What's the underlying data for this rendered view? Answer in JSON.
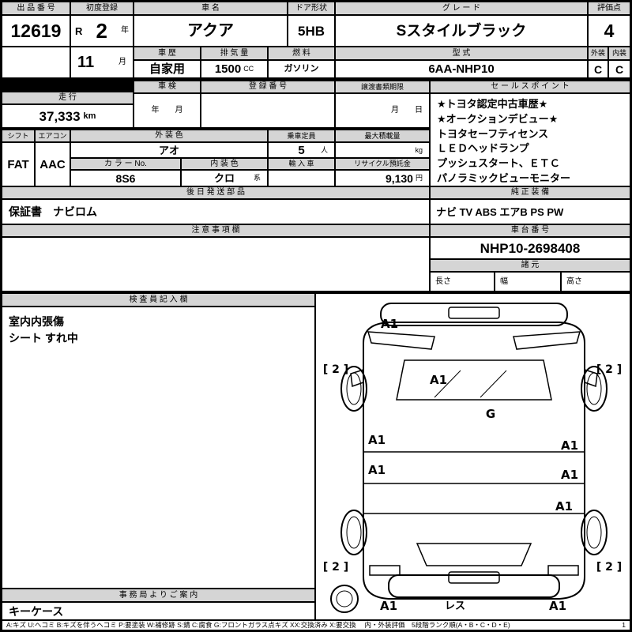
{
  "colors": {
    "header_bg": "#d5d5d5",
    "paper": "#ffffff",
    "ink": "#000000"
  },
  "top": {
    "auction_no_label": "出 品 番 号",
    "auction_no": "12619",
    "first_reg_label": "初度登録",
    "first_reg_era": "R",
    "first_reg_year": "2",
    "first_reg_year_unit": "年",
    "first_reg_month": "11",
    "first_reg_month_unit": "月",
    "car_name_label": "車 名",
    "car_name": "アクア",
    "door_label": "ドア形状",
    "door": "5HB",
    "grade_label": "グ レ ー ド",
    "grade": "Sスタイルブラック",
    "score_label": "評価点",
    "score": "4",
    "history_label": "車 歴",
    "history": "自家用",
    "displacement_label": "排 気 量",
    "displacement": "1500",
    "displacement_unit": "CC",
    "fuel_label": "燃 料",
    "fuel": "ガソリン",
    "model_label": "型 式",
    "model": "6AA-NHP10",
    "ext_label": "外装",
    "ext": "C",
    "int_label": "内装",
    "int": "C"
  },
  "mid": {
    "mileage_label": "走 行",
    "mileage": "37,333",
    "mileage_unit": "km",
    "inspection_label": "車 検",
    "inspection": "年　　月",
    "reg_no_label": "登 録 番 号",
    "transfer_label": "譲渡書類期限",
    "transfer": "月　　日",
    "sales_label": "セ ー ル ス ポ イ ン ト",
    "sales": [
      "★トヨタ認定中古車歴★",
      "★オークションデビュー★",
      "トヨタセーフティセンス",
      "ＬＥＤヘッドランプ",
      "プッシュスタート、ＥＴＣ",
      "パノラミックビューモニター"
    ],
    "shift_label": "シフト",
    "shift": "FAT",
    "aircon_label": "エアコン",
    "aircon": "AAC",
    "ext_color_label": "外 装 色",
    "ext_color": "アオ",
    "capacity_label": "乗車定員",
    "capacity": "5",
    "capacity_unit": "人",
    "max_load_label": "最大積載量",
    "max_load_unit": "kg",
    "color_no_label": "カ ラ ー No.",
    "color_no": "8S6",
    "int_color_label": "内 装 色",
    "int_color": "クロ",
    "int_color_suffix": "系",
    "import_label": "輸 入 車",
    "recycle_label": "リサイクル預託金",
    "recycle": "9,130",
    "recycle_unit": "円"
  },
  "parts": {
    "label": "後 日 発 送 部 品",
    "value": "保証書　ナビロム",
    "equip_label": "純 正 装 備",
    "equip": "ナビ TV ABS エアB PS PW"
  },
  "notes": {
    "label": "注 意 事 項 欄",
    "chassis_label": "車 台 番 号",
    "chassis": "NHP10-2698408",
    "spec_label": "諸 元",
    "length_label": "長さ",
    "width_label": "幅",
    "height_label": "高さ"
  },
  "inspector": {
    "label": "検 査 員 記 入 欄",
    "lines": [
      "室内内張傷",
      "シート すれ中"
    ],
    "office_label": "事 務 局 よ り ご 案 内",
    "office_note": "キーケース"
  },
  "diagram": {
    "a1": "A1",
    "g": "G",
    "bracket": "[ 2 ]",
    "less": "レス"
  },
  "legend": {
    "text": "A:キズ U:ヘコミ B:キズを伴うヘコミ P:要塗装 W:補修跡 S:錆 C:腐食 G:フロントガラス点キズ XX:交換済み X:要交換　 内・外装評価　5段階ランク順(A・B・C・D・E)",
    "page": "1"
  }
}
